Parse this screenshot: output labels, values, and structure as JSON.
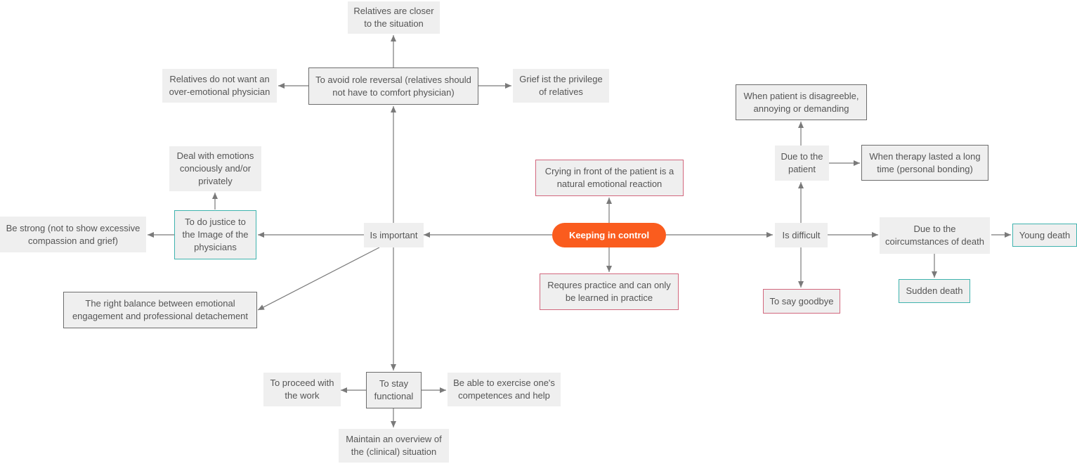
{
  "nodes": {
    "center": "Keeping in control",
    "is_important": "Is important",
    "is_difficult": "Is difficult",
    "role_reversal": "To avoid role reversal (relatives should not have to comfort physician)",
    "relatives_closer": "Relatives are closer to the situation",
    "relatives_no_emotional": "Relatives do not want an over-emotional physician",
    "grief_privilege": "Grief ist the privilege of relatives",
    "deal_emotions": "Deal with emotions conciously and/or privately",
    "justice_image": "To do justice to the Image of the physicians",
    "be_strong": "Be strong (not to show excessive compassion and grief)",
    "right_balance": "The right balance between emotional engagement and professional detachement",
    "stay_functional": "To stay functional",
    "proceed_work": "To proceed with the work",
    "exercise_competences": "Be able to exercise one's competences and help",
    "maintain_overview": "Maintain an overview of the (clinical) situation",
    "crying": "Crying in front of the patient is a natural emotional reaction",
    "practice": "Requres practice and can only be learned in practice",
    "due_patient": "Due to the patient",
    "disagreeable": "When patient is disagreeble, annoying or demanding",
    "therapy_long": "When therapy lasted a long time (personal bonding)",
    "circumstances": "Due to the coircumstances of death",
    "young_death": "Young death",
    "sudden_death": "Sudden death",
    "say_goodbye": "To say goodbye"
  },
  "colors": {
    "center_fill": "#fa5c1e",
    "node_fill": "#efefef",
    "border_dark": "#6d6d6d",
    "border_red": "#d2677d",
    "border_teal": "#3fb3ae",
    "edge": "#7a7a7a"
  }
}
